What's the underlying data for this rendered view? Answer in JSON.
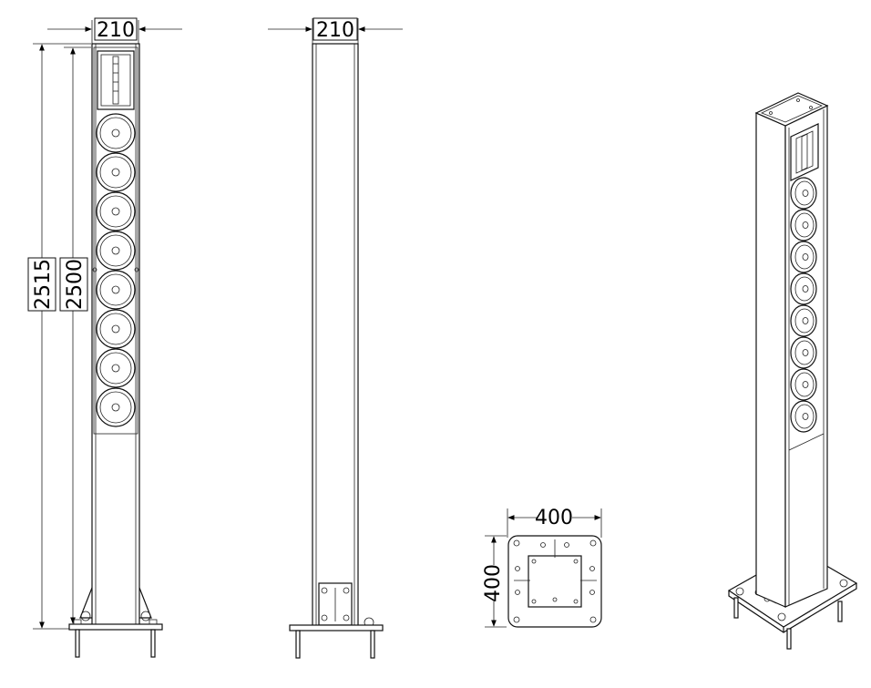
{
  "dimensions": {
    "front_width": "210",
    "side_width": "210",
    "total_height": "2515",
    "cabinet_height": "2500",
    "base_width": "400",
    "base_depth": "400"
  },
  "speaker": {
    "driver_count": 8
  },
  "colors": {
    "line": "#111111",
    "background": "#ffffff"
  }
}
